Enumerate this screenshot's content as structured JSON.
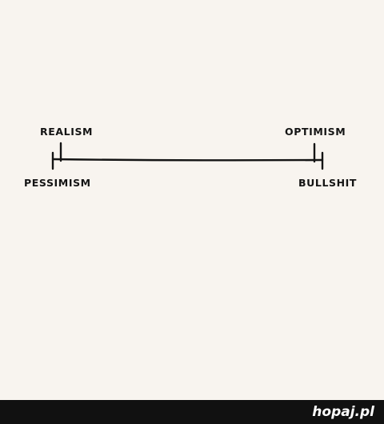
{
  "diagram": {
    "labels": {
      "realism": "REALISM",
      "pessimism": "PESSIMISM",
      "optimism": "OPTIMISM",
      "bullshit": "BULLSHIT"
    }
  },
  "footer": {
    "brand": "hopaj.pl"
  },
  "colors": {
    "paper": "#f8f4ef",
    "ink": "#141414",
    "footer_bg": "#111111",
    "brand_text": "#ffffff"
  }
}
